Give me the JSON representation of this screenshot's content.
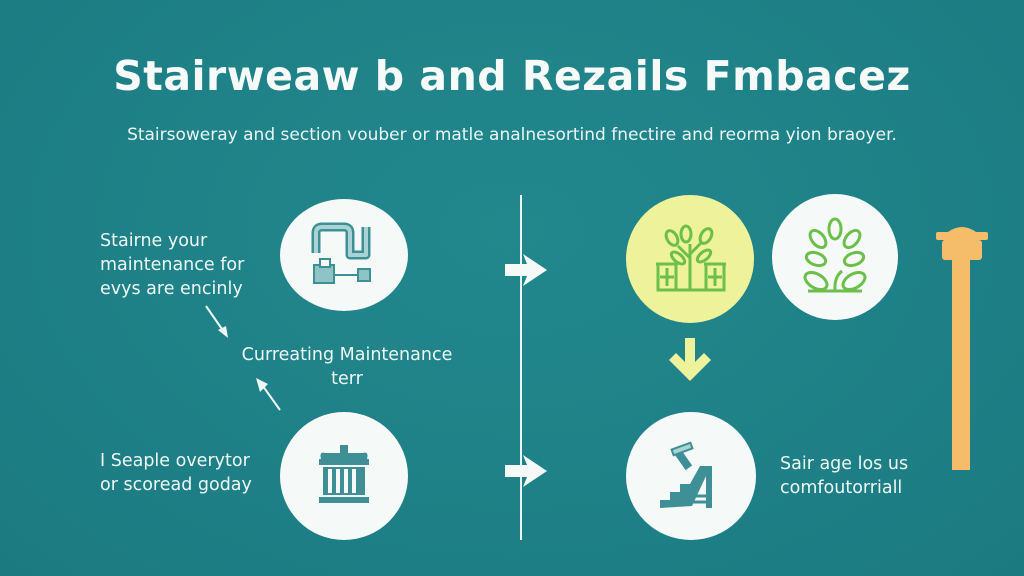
{
  "header": {
    "title": "Stairweaw b and Rezails Fmbacez",
    "subtitle": "Stairsoweray and section vouber or matle analnesortind fnectire and reorma yion braoyer."
  },
  "left_panel": {
    "top_text": [
      "Stairne your",
      "maintenance for",
      "evys are encinly"
    ],
    "middle_text": [
      "Curreating Maintenance",
      "terr"
    ],
    "bottom_text": [
      "I Seaple overytor",
      "or scoread goday"
    ],
    "icons": {
      "top": "pipe-icon",
      "bottom": "building-columns-icon"
    }
  },
  "right_panel": {
    "icons": {
      "top_left": "plant-building-icon",
      "top_right": "leaf-plant-icon",
      "bottom": "staircase-railing-icon",
      "side": "railing-post-icon"
    },
    "bottom_text": [
      "Sair age los us",
      "comfoutorriall"
    ]
  },
  "colors": {
    "background": "#1f8388",
    "circle_white": "#f5faf8",
    "circle_yellow": "#eef29b",
    "icon_teal": "#3e8f96",
    "icon_green": "#6cbf4a",
    "arrow_yellow": "#eef29b",
    "post_orange": "#f5bd6a"
  }
}
